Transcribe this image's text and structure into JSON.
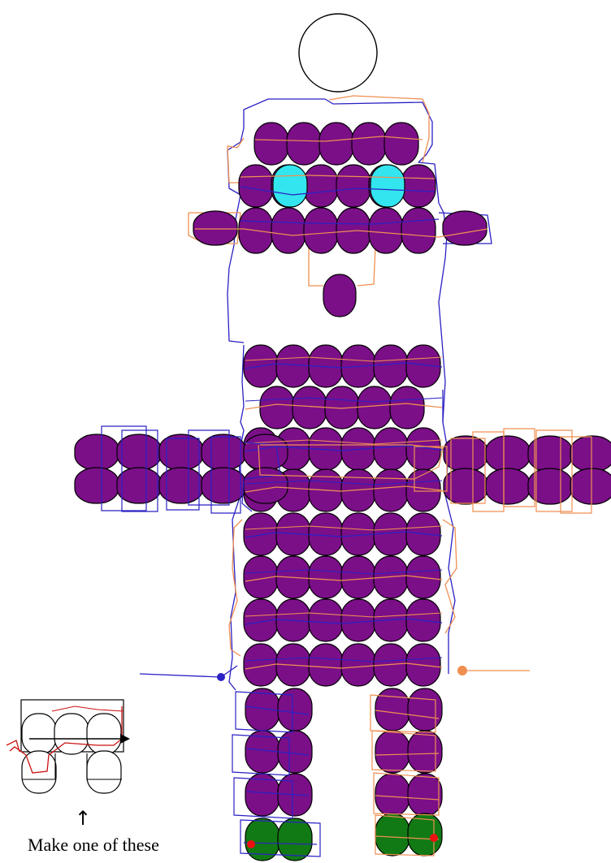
{
  "caption": "Make one of these",
  "arrow_glyph": "↑",
  "colors": {
    "bead": "#7b0f88",
    "bead_outline": "#000000",
    "eye": "#33e5ee",
    "foot": "#127a14",
    "thread_blue": "#2b21c4",
    "thread_orange": "#ef8f52",
    "legend_thread": "#cc1111",
    "marker_red": "#ee1111",
    "background": "#ffffff"
  },
  "icons": {
    "head_ring": "circle-outline",
    "thread_start_blue": "blue-dot",
    "thread_start_orange": "orange-dot",
    "foot_markers": "red-dot"
  }
}
